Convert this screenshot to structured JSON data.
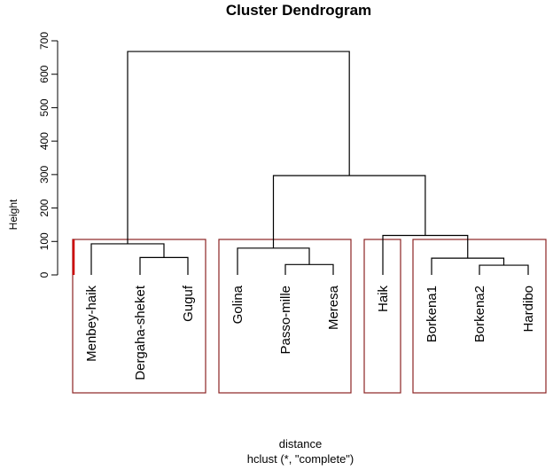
{
  "chart_data": {
    "type": "dendrogram",
    "title": "Cluster Dendrogram",
    "ylabel": "Height",
    "xlabel": "distance",
    "sublabel": "hclust (*, \"complete\")",
    "ylim": [
      0,
      700
    ],
    "yticks": [
      0,
      100,
      200,
      300,
      400,
      500,
      600,
      700
    ],
    "leaves": [
      "Menbey-haik",
      "Dergaha-sheket",
      "Guguf",
      "Golina",
      "Passo-mille",
      "Meresa",
      "Haik",
      "Borkena1",
      "Borkena2",
      "Hardibo"
    ],
    "merges": [
      {
        "left": "Guguf",
        "right": "Dergaha-sheket",
        "height": 52
      },
      {
        "left": "Menbey-haik",
        "right": "merge1",
        "height": 93
      },
      {
        "left": "Passo-mille",
        "right": "Meresa",
        "height": 31
      },
      {
        "left": "Golina",
        "right": "merge3",
        "height": 80
      },
      {
        "left": "Borkena2",
        "right": "Hardibo",
        "height": 29
      },
      {
        "left": "Borkena1",
        "right": "merge5",
        "height": 50
      },
      {
        "left": "Haik",
        "right": "merge6",
        "height": 118
      },
      {
        "left": "merge4",
        "right": "merge7",
        "height": 297
      },
      {
        "left": "merge2",
        "right": "merge8",
        "height": 668
      }
    ],
    "cluster_boxes": [
      [
        "Menbey-haik",
        "Dergaha-sheket",
        "Guguf"
      ],
      [
        "Golina",
        "Passo-mille",
        "Meresa"
      ],
      [
        "Haik"
      ],
      [
        "Borkena1",
        "Borkena2",
        "Hardibo"
      ]
    ],
    "box_color": "#8b2323",
    "line_color": "#000000"
  }
}
